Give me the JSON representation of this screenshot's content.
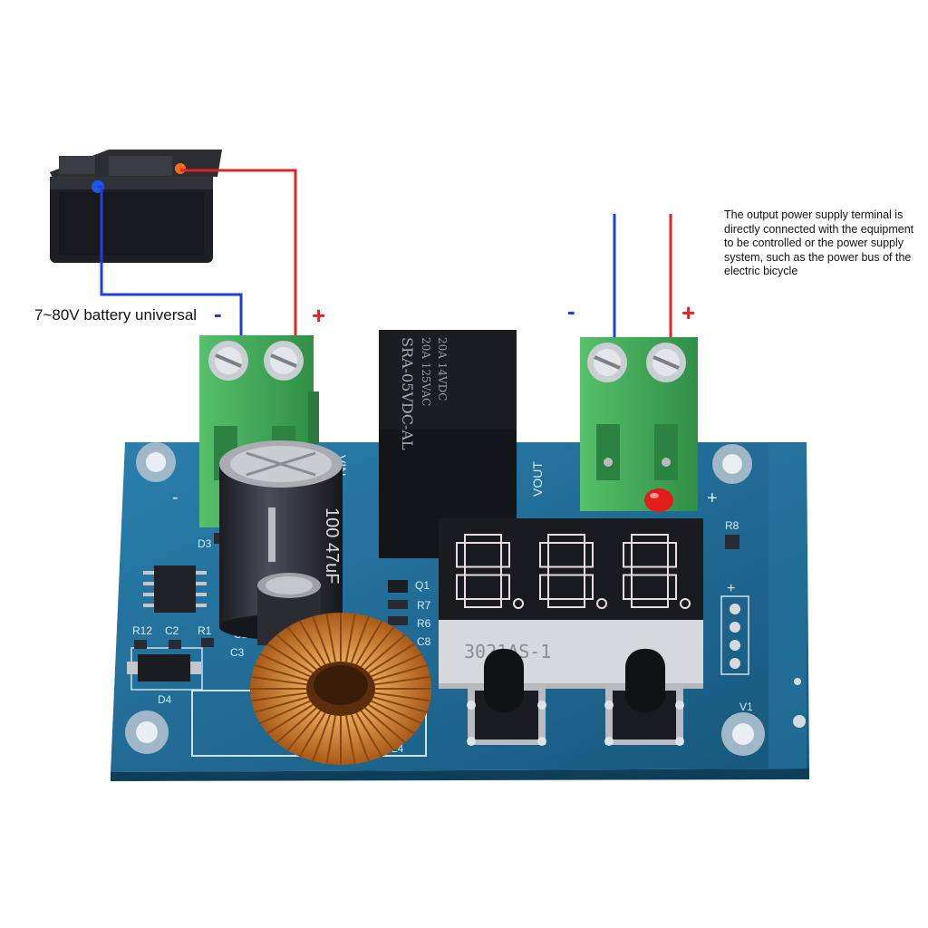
{
  "labels": {
    "battery": "7~80V battery universal",
    "input_minus": "-",
    "input_plus": "+",
    "output_minus": "-",
    "output_plus": "+",
    "note": "The output power supply terminal is directly connected with the equipment to be controlled or the power supply system, such as the power bus of the electric bicycle"
  },
  "board": {
    "relay_text_1": "20A 14VDC",
    "relay_text_2": "20A 125VAC",
    "relay_text_3": "SRA-05VDC-AL",
    "display_part": "3021AS-1",
    "display_digits": "8.8.8.",
    "capacitor_text": "100 47uF",
    "silk_vin": "VIN",
    "silk_vout": "VOUT",
    "silk_minus": "-",
    "silk_plus": "+",
    "refs": [
      "D3",
      "Q1",
      "R7",
      "R6",
      "C8",
      "R12",
      "C2",
      "R1",
      "C1",
      "C3",
      "D4",
      "R8",
      "V1",
      "L4"
    ]
  },
  "colors": {
    "pcb": "#1f6f9a",
    "terminal": "#3faa55",
    "wire_negative": "#1f3fd6",
    "wire_positive": "#e02424",
    "display_segment": "#e8dde0",
    "copper_coil": "#c8782a"
  }
}
